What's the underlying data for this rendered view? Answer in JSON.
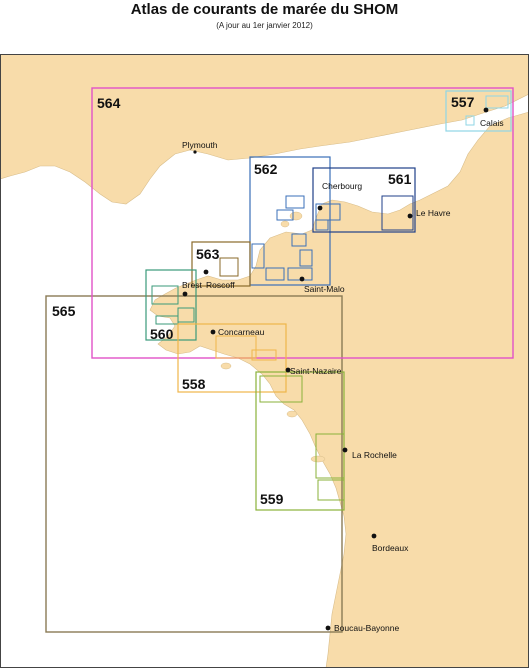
{
  "title": "Atlas de courants de marée du SHOM",
  "subtitle": "(A jour au 1er janvier 2012)",
  "colors": {
    "sea": "#ffffff",
    "land": "#f8dcaa",
    "frame": "#444444"
  },
  "atlases": [
    {
      "number": "564",
      "color": "#e052c8"
    },
    {
      "number": "557",
      "color": "#8fd6e6"
    },
    {
      "number": "562",
      "color": "#3a6fb8"
    },
    {
      "number": "561",
      "color": "#1f3f88"
    },
    {
      "number": "563",
      "color": "#8a6a2a"
    },
    {
      "number": "560",
      "color": "#3a9a7a"
    },
    {
      "number": "565",
      "color": "#8a7a55"
    },
    {
      "number": "558",
      "color": "#efb64a"
    },
    {
      "number": "559",
      "color": "#8ab23a"
    }
  ],
  "cities": [
    "Plymouth",
    "Calais",
    "Cherbourg",
    "Le Havre",
    "Brest",
    "Roscoff",
    "Saint-Malo",
    "Concarneau",
    "Saint-Nazaire",
    "La Rochelle",
    "Bordeaux",
    "Boucau-Bayonne"
  ]
}
